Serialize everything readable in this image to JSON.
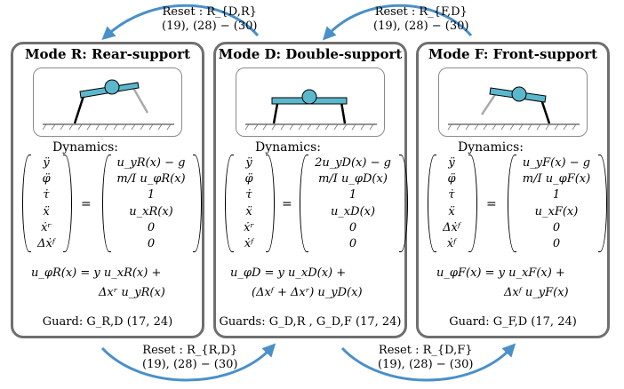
{
  "arrows": {
    "reset_dr": {
      "label": "Reset : R_{D,R}",
      "sub": "(19), (28) − (30)"
    },
    "reset_fd": {
      "label": "Reset : R_{F,D}",
      "sub": "(19), (28) − (30)"
    },
    "reset_rd": {
      "label": "Reset : R_{R,D}",
      "sub": "(19), (28) − (30)"
    },
    "reset_df": {
      "label": "Reset : R_{D,F}",
      "sub": "(19), (28) − (30)"
    }
  },
  "modes": {
    "rear": {
      "title": "Mode R: Rear-support",
      "dynamics_label": "Dynamics:",
      "state": [
        "ÿ",
        "φ̈",
        "τ̇",
        "ẍ",
        "ẋʳ",
        "Δẋᶠ"
      ],
      "rhs": [
        "u_yR(x) − g",
        "m/I u_φR(x)",
        "1",
        "u_xR(x)",
        "0",
        "0"
      ],
      "control_1": "u_φR(x) = y u_xR(x) +",
      "control_2": "Δxʳ u_yR(x)",
      "guard": "Guard: G_R,D (17, 24)"
    },
    "double": {
      "title": "Mode D: Double-support",
      "dynamics_label": "Dynamics:",
      "state": [
        "ÿ",
        "φ̈",
        "τ̇",
        "ẍ",
        "ẋʳ",
        "ẋᶠ"
      ],
      "rhs": [
        "2u_yD(x) − g",
        "m/I u_φD(x)",
        "1",
        "u_xD(x)",
        "0",
        "0"
      ],
      "control_1": "u_φD = y u_xD(x) +",
      "control_2": "(Δxᶠ + Δxʳ) u_yD(x)",
      "guard": "Guards: G_D,R , G_D,F (17, 24)"
    },
    "front": {
      "title": "Mode F: Front-support",
      "dynamics_label": "Dynamics:",
      "state": [
        "ÿ",
        "φ̈",
        "τ̇",
        "ẍ",
        "Δẋᶠ",
        "ẋᶠ"
      ],
      "rhs": [
        "u_yF(x) − g",
        "m/I u_φF(x)",
        "1",
        "u_xF(x)",
        "0",
        "0"
      ],
      "control_1": "u_φF(x) = y u_xF(x) +",
      "control_2": "Δxᶠ u_yF(x)",
      "guard": "Guard: G_F,D (17, 24)"
    }
  },
  "colors": {
    "arrow": "#4a90c8",
    "border": "#6f6f6f",
    "body": "#5bb8cc",
    "leg_active": "#000000",
    "leg_swing": "#aaaaaa"
  }
}
